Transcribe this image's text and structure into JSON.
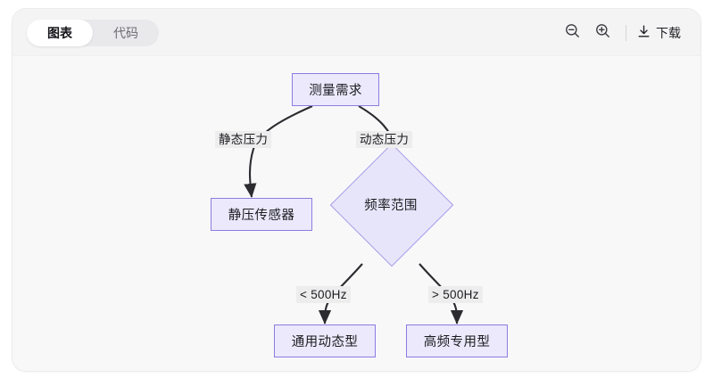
{
  "header": {
    "tabs": [
      {
        "label": "图表",
        "active": true
      },
      {
        "label": "代码",
        "active": false
      }
    ],
    "toolbar": {
      "zoom_out_icon": "zoom-out-icon",
      "zoom_in_icon": "zoom-in-icon",
      "download_icon": "download-icon",
      "download_label": "下载"
    }
  },
  "diagram": {
    "type": "flowchart",
    "direction": "top-down",
    "nodes": [
      {
        "id": "n1",
        "label": "测量需求",
        "shape": "rect"
      },
      {
        "id": "n2",
        "label": "静压传感器",
        "shape": "rect"
      },
      {
        "id": "n3",
        "label": "频率范围",
        "shape": "diamond"
      },
      {
        "id": "n4",
        "label": "通用动态型",
        "shape": "rect"
      },
      {
        "id": "n5",
        "label": "高频专用型",
        "shape": "rect"
      }
    ],
    "edges": [
      {
        "from": "n1",
        "to": "n2",
        "label": "静态压力"
      },
      {
        "from": "n1",
        "to": "n3",
        "label": "动态压力"
      },
      {
        "from": "n3",
        "to": "n4",
        "label": "< 500Hz"
      },
      {
        "from": "n3",
        "to": "n5",
        "label": "> 500Hz"
      }
    ]
  },
  "colors": {
    "node_fill": "#ebe9fb",
    "node_border": "#8d7ce0",
    "diamond_fill": "#e7e5fa",
    "diamond_border": "#a99ce6",
    "edge_stroke": "#2b2b30",
    "canvas_bg": "#f8f8f9",
    "header_bg": "#f4f4f5",
    "tab_active_bg": "#ffffff",
    "edge_label_bg": "#ededee"
  }
}
